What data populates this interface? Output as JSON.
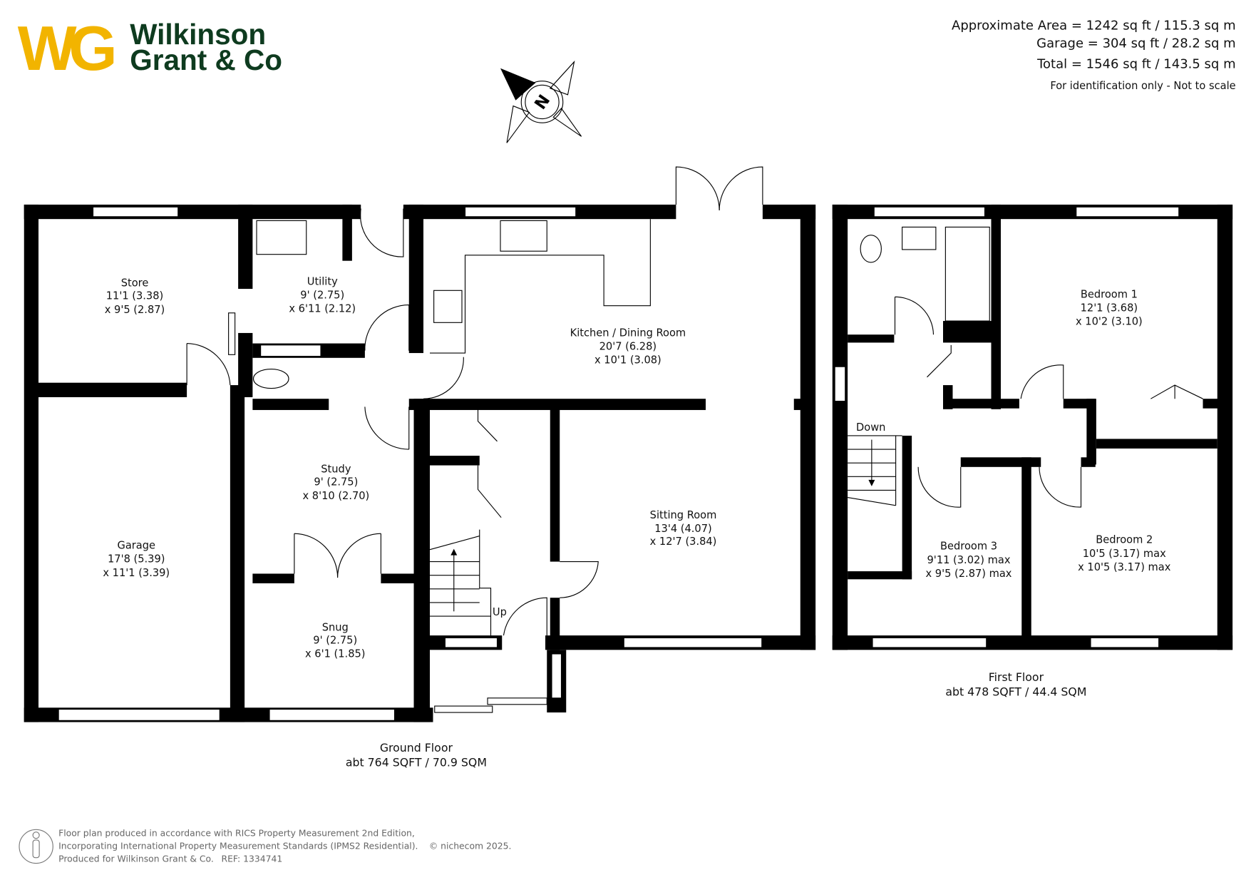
{
  "brand": {
    "logo_mark": "WG",
    "name_line1": "Wilkinson",
    "name_line2": "Grant & Co",
    "colors": {
      "gold": "#F2B400",
      "green": "#0E3B1F"
    }
  },
  "areas": {
    "approximate": "Approximate Area = 1242 sq ft / 115.3 sq m",
    "garage": "Garage = 304 sq ft / 28.2 sq m",
    "total": "Total = 1546 sq ft / 143.5 sq m",
    "note": "For identification only - Not to scale"
  },
  "compass": {
    "label": "N"
  },
  "ground_floor": {
    "title": "Ground Floor",
    "area": "abt 764 SQFT / 70.9 SQM",
    "rooms": [
      {
        "name": "Store",
        "dim1": "11'1 (3.38)",
        "dim2": "x 9'5 (2.87)"
      },
      {
        "name": "Utility",
        "dim1": "9' (2.75)",
        "dim2": "x 6'11 (2.12)"
      },
      {
        "name": "Kitchen / Dining Room",
        "dim1": "20'7 (6.28)",
        "dim2": "x 10'1 (3.08)"
      },
      {
        "name": "Study",
        "dim1": "9' (2.75)",
        "dim2": "x 8'10 (2.70)"
      },
      {
        "name": "Garage",
        "dim1": "17'8 (5.39)",
        "dim2": "x 11'1 (3.39)"
      },
      {
        "name": "Sitting Room",
        "dim1": "13'4 (4.07)",
        "dim2": "x 12'7 (3.84)"
      },
      {
        "name": "Snug",
        "dim1": "9' (2.75)",
        "dim2": "x 6'1 (1.85)"
      }
    ],
    "stairs_label": "Up"
  },
  "first_floor": {
    "title": "First Floor",
    "area": "abt 478 SQFT / 44.4 SQM",
    "rooms": [
      {
        "name": "Bedroom 1",
        "dim1": "12'1 (3.68)",
        "dim2": "x 10'2 (3.10)"
      },
      {
        "name": "Bedroom 3",
        "dim1": "9'11 (3.02) max",
        "dim2": "x 9'5 (2.87) max"
      },
      {
        "name": "Bedroom 2",
        "dim1": "10'5 (3.17) max",
        "dim2": "x 10'5 (3.17) max"
      }
    ],
    "stairs_label": "Down"
  },
  "footer": {
    "line1": "Floor plan produced in accordance with RICS Property Measurement 2nd Edition,",
    "line2": "Incorporating International Property Measurement Standards (IPMS2 Residential).",
    "copyright": "© nichecom  2025.",
    "line3": "Produced for Wilkinson Grant & Co.",
    "ref": "REF: 1334741"
  }
}
